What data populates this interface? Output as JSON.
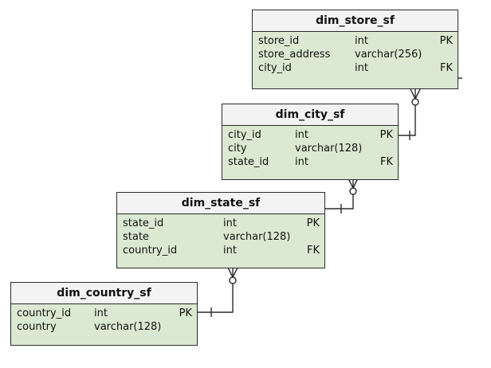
{
  "tables": [
    {
      "name": "dim_store_sf",
      "columns": [
        {
          "name": "store_id",
          "type": "int",
          "key": "PK"
        },
        {
          "name": "store_address",
          "type": "varchar(256)",
          "key": ""
        },
        {
          "name": "city_id",
          "type": "int",
          "key": "FK"
        }
      ]
    },
    {
      "name": "dim_city_sf",
      "columns": [
        {
          "name": "city_id",
          "type": "int",
          "key": "PK"
        },
        {
          "name": "city",
          "type": "varchar(128)",
          "key": ""
        },
        {
          "name": "state_id",
          "type": "int",
          "key": "FK"
        }
      ]
    },
    {
      "name": "dim_state_sf",
      "columns": [
        {
          "name": "state_id",
          "type": "int",
          "key": "PK"
        },
        {
          "name": "state",
          "type": "varchar(128)",
          "key": ""
        },
        {
          "name": "country_id",
          "type": "int",
          "key": "FK"
        }
      ]
    },
    {
      "name": "dim_country_sf",
      "columns": [
        {
          "name": "country_id",
          "type": "int",
          "key": "PK"
        },
        {
          "name": "country",
          "type": "varchar(128)",
          "key": ""
        }
      ]
    }
  ],
  "relationships": [
    {
      "from": "dim_store_sf.city_id",
      "to": "dim_city_sf.city_id",
      "notation": "crow's foot: zero-or-many to exactly-one"
    },
    {
      "from": "dim_city_sf.state_id",
      "to": "dim_state_sf.state_id",
      "notation": "crow's foot: zero-or-many to exactly-one"
    },
    {
      "from": "dim_state_sf.country_id",
      "to": "dim_country_sf.country_id",
      "notation": "crow's foot: zero-or-many to exactly-one"
    }
  ],
  "colors": {
    "header_bg": "#f3f3f3",
    "body_bg": "#dbe9d2",
    "border": "#2b2b2b",
    "connector": "#2b2b2b"
  }
}
